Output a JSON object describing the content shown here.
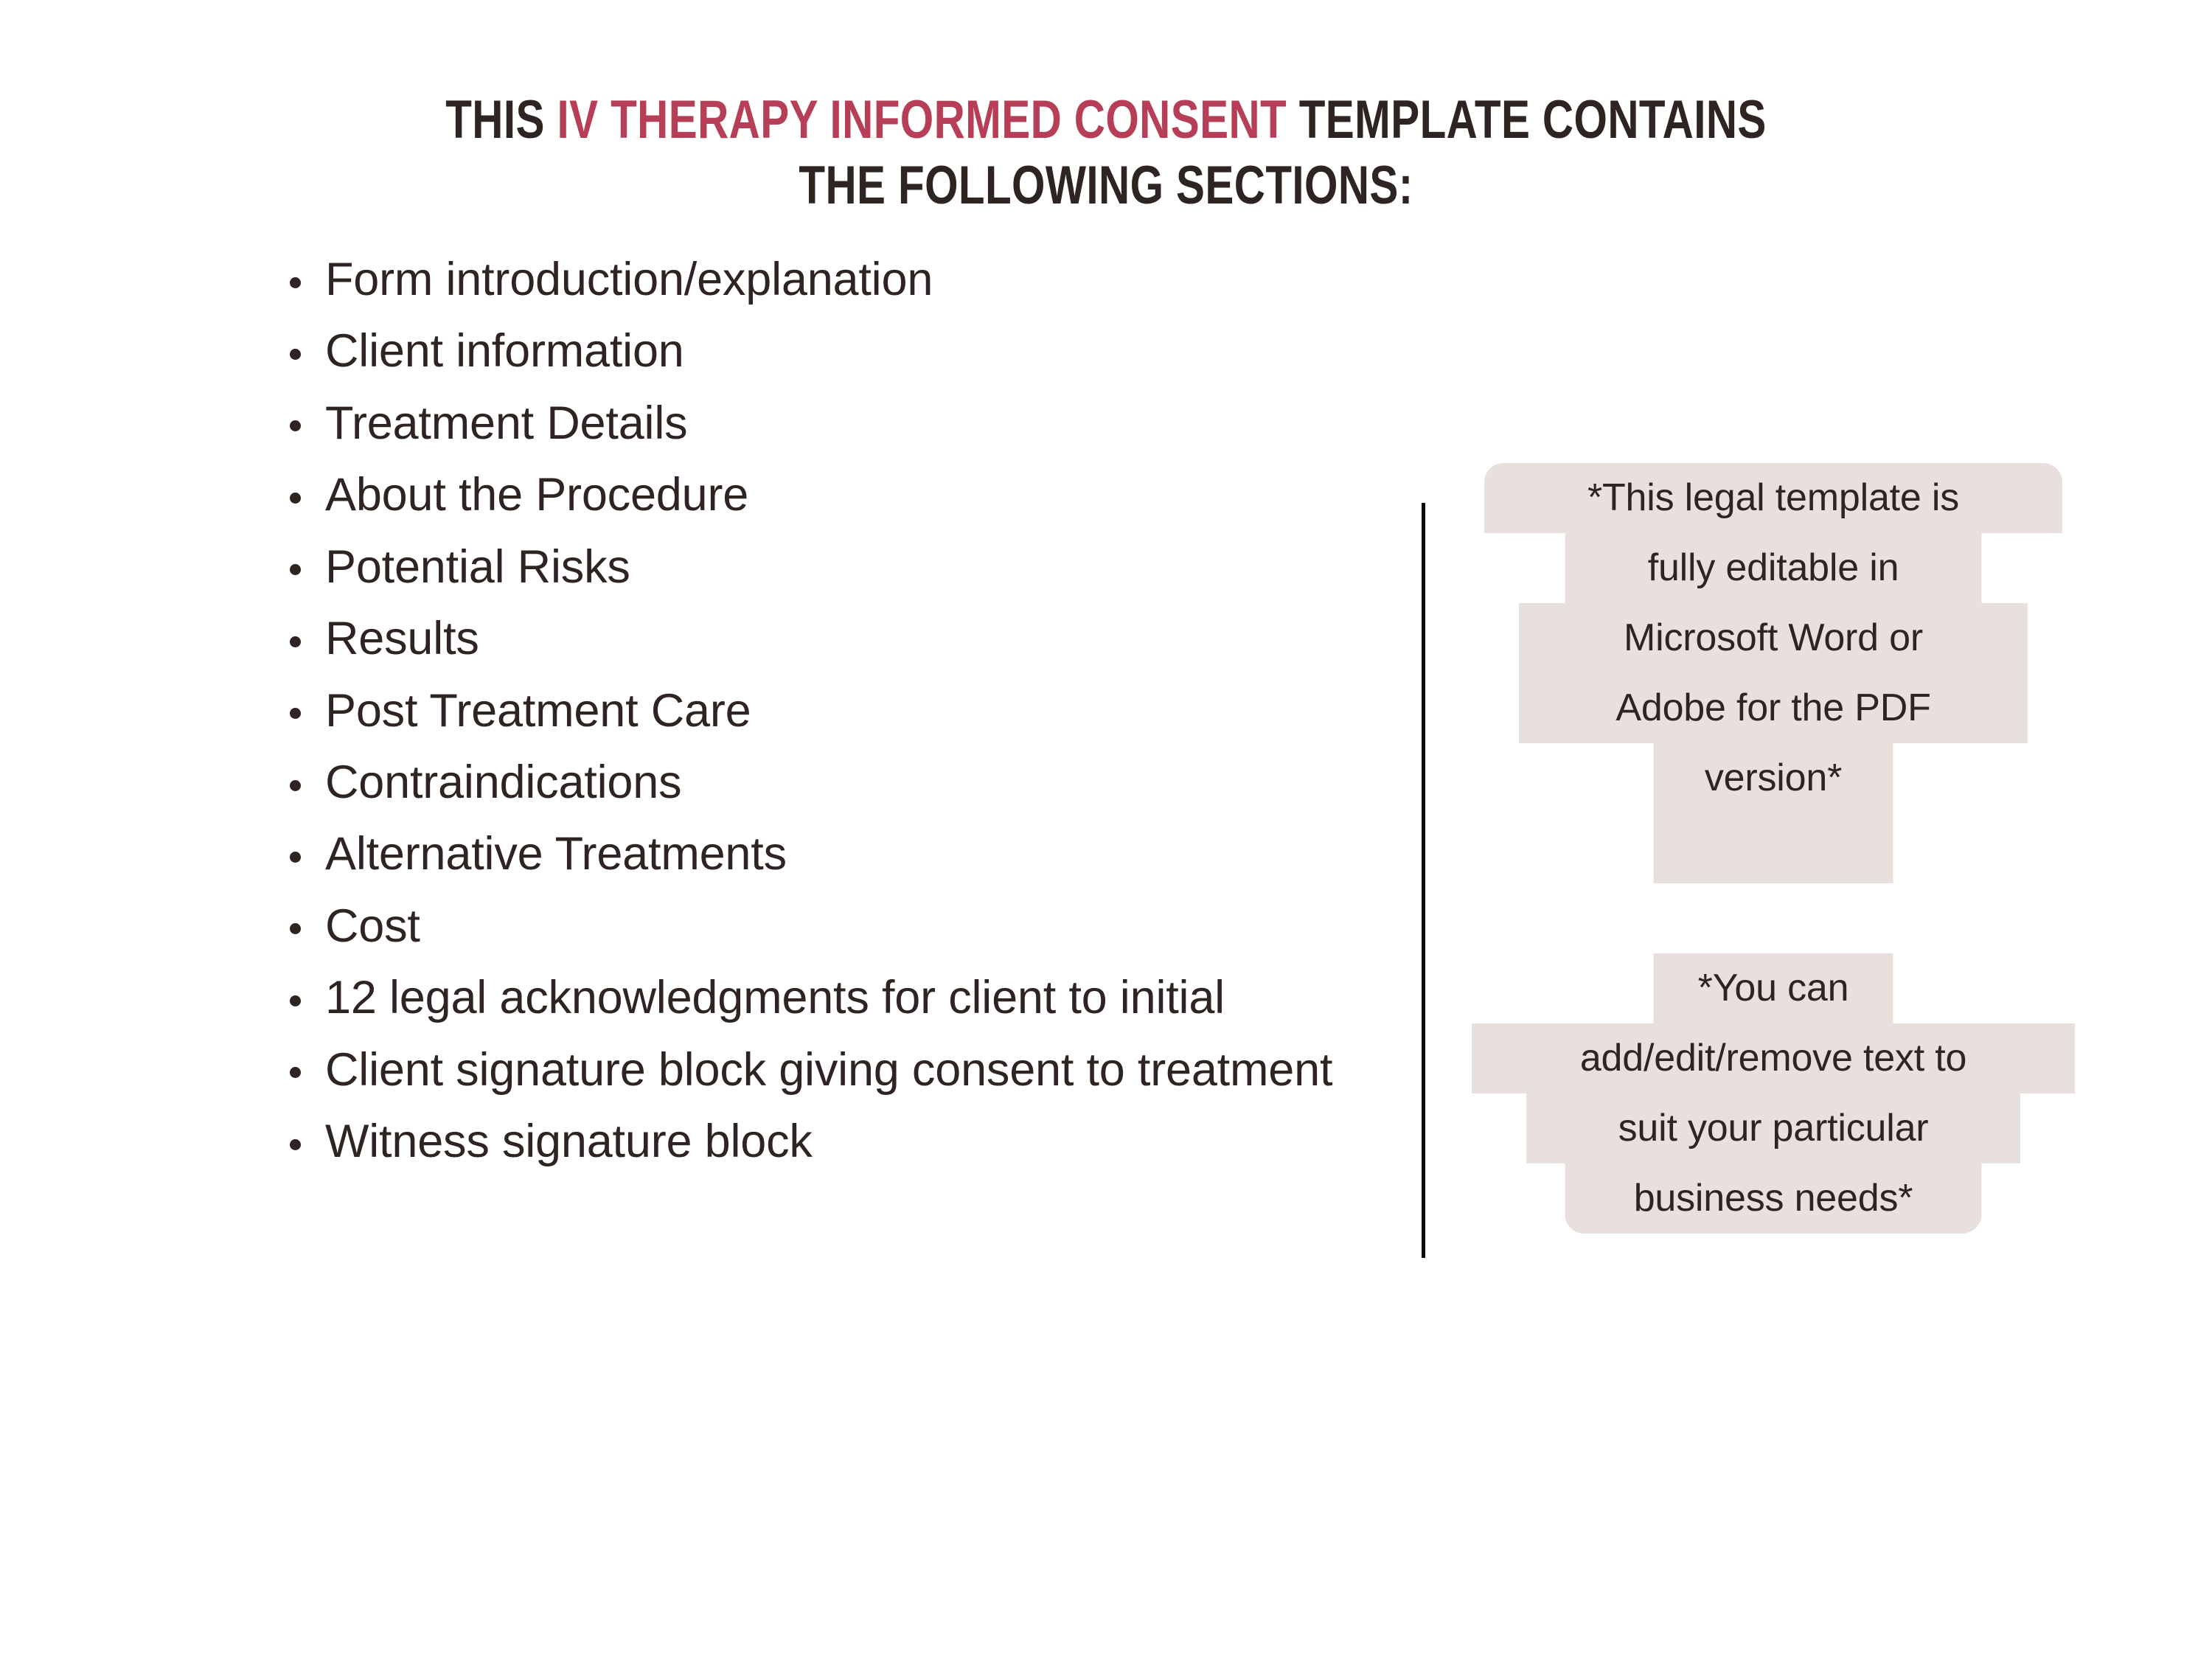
{
  "title": {
    "line1_pre": "THIS ",
    "line1_accent": "IV THERAPY INFORMED CONSENT",
    "line1_post": " TEMPLATE CONTAINS",
    "line2": "THE FOLLOWING SECTIONS:",
    "accent_color": "#B63E57",
    "text_color": "#2E2421"
  },
  "sections": {
    "items": [
      "Form introduction/explanation",
      "Client information",
      "Treatment Details",
      "About the Procedure",
      "Potential Risks",
      "Results",
      "Post Treatment Care",
      "Contraindications",
      "Alternative Treatments",
      "Cost",
      "12 legal acknowledgments for client to initial",
      "Client signature block giving consent to treatment",
      "Witness signature block"
    ],
    "bullet_glyph": "bullet-dot"
  },
  "divider": {
    "orientation": "vertical",
    "color": "#0B0A09"
  },
  "callouts": {
    "highlight_color": "#E8E0DC",
    "editable": {
      "lines": [
        "*This legal template is",
        "fully editable in",
        "Microsoft Word or",
        "Adobe for the PDF",
        "version*"
      ],
      "full_text": "*This legal template is fully editable in Microsoft Word or Adobe for the PDF version*"
    },
    "customize": {
      "lines": [
        "*You can",
        "add/edit/remove text to",
        "suit your particular",
        "business needs*"
      ],
      "full_text": "*You can add/edit/remove text to suit your particular business needs*"
    }
  }
}
